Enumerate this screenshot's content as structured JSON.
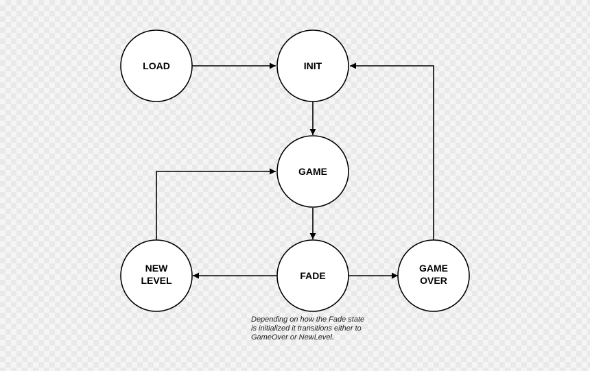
{
  "diagram": {
    "nodes": [
      {
        "id": "load",
        "lines": [
          "LOAD"
        ]
      },
      {
        "id": "init",
        "lines": [
          "INIT"
        ]
      },
      {
        "id": "game",
        "lines": [
          "GAME"
        ]
      },
      {
        "id": "new-level",
        "lines": [
          "NEW",
          "LEVEL"
        ]
      },
      {
        "id": "fade",
        "lines": [
          "FADE"
        ]
      },
      {
        "id": "game-over",
        "lines": [
          "GAME",
          "OVER"
        ]
      }
    ],
    "edges": [
      {
        "from": "load",
        "to": "init"
      },
      {
        "from": "init",
        "to": "game"
      },
      {
        "from": "game",
        "to": "fade"
      },
      {
        "from": "fade",
        "to": "new-level"
      },
      {
        "from": "fade",
        "to": "game-over"
      },
      {
        "from": "new-level",
        "to": "game"
      },
      {
        "from": "game-over",
        "to": "init"
      }
    ],
    "note": [
      "Depending on how the Fade state",
      "is initialized it transitions either to",
      "GameOver or NewLevel."
    ]
  }
}
